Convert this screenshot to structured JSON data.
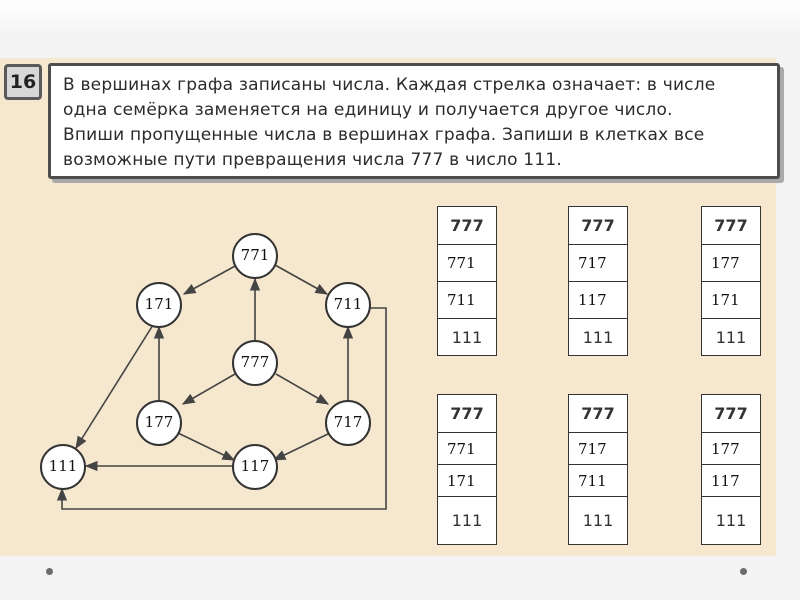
{
  "task": {
    "number": "16",
    "lines": [
      "В вершинах графа записаны числа. Каждая стрелка означает: в числе",
      "одна семёрка заменяется на единицу и получается другое число.",
      "Впиши пропущенные числа в вершинах графа. Запиши в клетках все",
      "возможные пути превращения числа 777 в число 111."
    ]
  },
  "graph": {
    "nodes": {
      "n771": "771",
      "n171": "171",
      "n711": "711",
      "n777": "777",
      "n177": "177",
      "n717": "717",
      "n111": "111",
      "n117": "117"
    }
  },
  "paths": [
    {
      "start": "777",
      "steps": [
        "771",
        "711"
      ],
      "end": "111"
    },
    {
      "start": "777",
      "steps": [
        "717",
        "117"
      ],
      "end": "111"
    },
    {
      "start": "777",
      "steps": [
        "177",
        "171"
      ],
      "end": "111"
    },
    {
      "start": "777",
      "steps": [
        "771",
        "171"
      ],
      "end": "111"
    },
    {
      "start": "777",
      "steps": [
        "717",
        "711"
      ],
      "end": "111"
    },
    {
      "start": "777",
      "steps": [
        "177",
        "117"
      ],
      "end": "111"
    }
  ]
}
